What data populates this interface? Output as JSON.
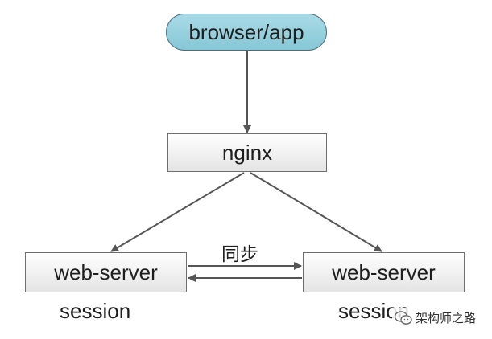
{
  "nodes": {
    "client": "browser/app",
    "proxy": "nginx",
    "server_left": "web-server",
    "server_right": "web-server"
  },
  "labels": {
    "session_left": "session",
    "session_right": "session",
    "sync": "同步"
  },
  "watermark": {
    "text": "架构师之路",
    "icon": "wechat-icon"
  },
  "colors": {
    "pill_fill": "#a9dbe6",
    "pill_border": "#4c6f80",
    "box_border": "#6e6e6e",
    "arrow": "#555555"
  }
}
